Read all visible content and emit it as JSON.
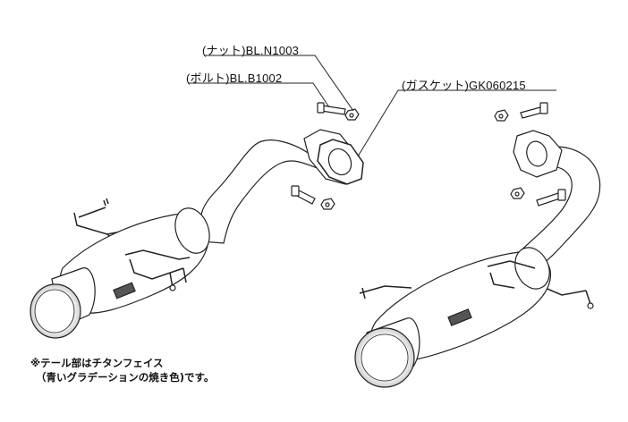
{
  "labels": {
    "nut": "(ナット)BL.N1003",
    "bolt": "(ボルト)BL.B1002",
    "gasket": "(ガスケット)GK060215"
  },
  "note": {
    "line1": "※テール部はチタンフェイス",
    "line2": "（青いグラデーションの焼き色)です。"
  }
}
